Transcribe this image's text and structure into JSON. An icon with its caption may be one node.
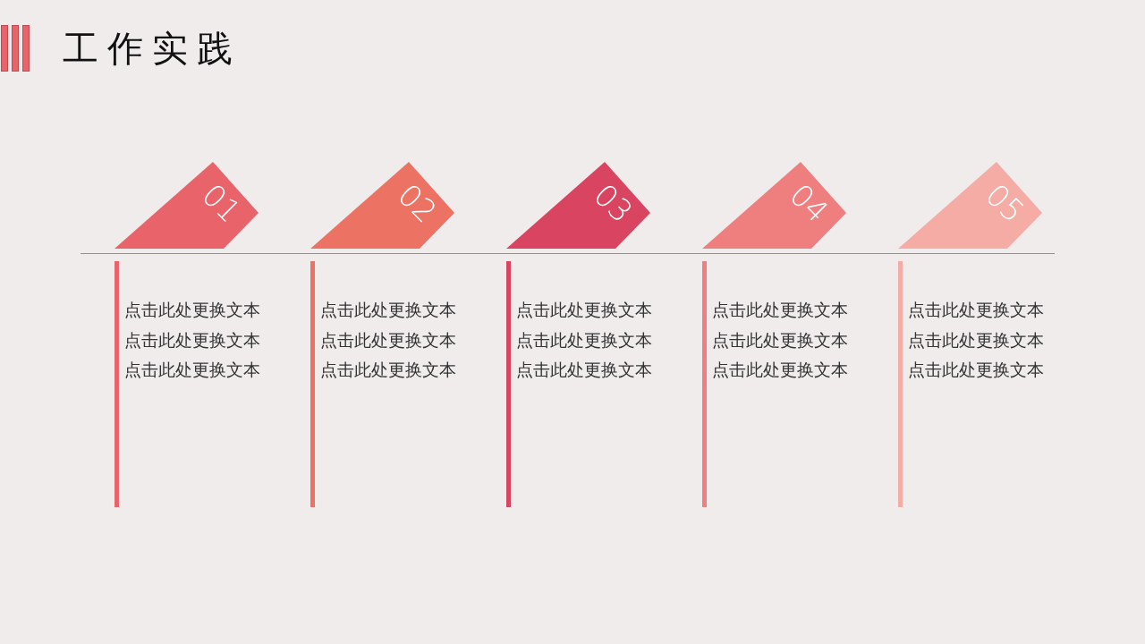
{
  "diagram": {
    "title": "工作实践",
    "nodes": [
      {
        "text": [
          "01"
        ]
      },
      {
        "text": [
          "02"
        ]
      },
      {
        "text": [
          "03"
        ]
      },
      {
        "text": [
          "04"
        ]
      },
      {
        "text": [
          "05"
        ]
      }
    ],
    "labels": [
      "点击此处更换文本",
      "点击此处更换文本",
      "点击此处更换文本",
      "点击此处更换文本",
      "点击此处更换文本",
      "点击此处更换文本",
      "点击此处更换文本",
      "点击此处更换文本",
      "点击此处更换文本",
      "点击此处更换文本",
      "点击此处更换文本",
      "点击此处更换文本",
      "点击此处更换文本",
      "点击此处更换文本",
      "点击此处更换文本"
    ]
  }
}
